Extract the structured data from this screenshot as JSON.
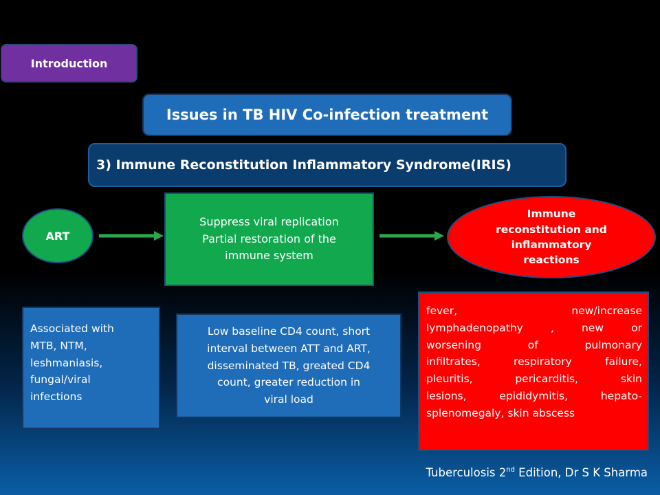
{
  "intro_tab": "Introduction",
  "title": "Issues in TB HIV Co-infection treatment",
  "subtitle": "3)  Immune Reconstitution Inflammatory Syndrome(IRIS)",
  "art_node": "ART",
  "suppress_node": [
    "Suppress viral replication",
    "Partial restoration of  the",
    "immune system"
  ],
  "immune_node": [
    "Immune",
    "reconstitution and",
    "inflammatory",
    "reactions"
  ],
  "associated_box": [
    "Associated with",
    "MTB, NTM,",
    "leshmaniasis,",
    "fungal/viral",
    "infections"
  ],
  "risk_box": [
    "Low baseline CD4 count, short",
    "interval between ATT and ART,",
    "disseminated TB, greated CD4",
    "count, greater reduction in",
    "viral load"
  ],
  "symptoms_box": [
    "fever,          new/increase",
    "lymphadenopathy , new or",
    "worsening of pulmonary",
    "infiltrates, respiratory failure,",
    "pleuritis, pericarditis, skin",
    "lesions, epididymitis, hepato-",
    "splenomegaly, skin abscess"
  ],
  "footer": {
    "prefix": "Tuberculosis 2",
    "sup": "nd",
    "suffix": " Edition, Dr S K Sharma"
  },
  "colors": {
    "green": "#11a84e",
    "red": "#ff0000",
    "blue": "#1f6cb8",
    "purple": "#7030a0",
    "navy": "#0b3c6e"
  }
}
